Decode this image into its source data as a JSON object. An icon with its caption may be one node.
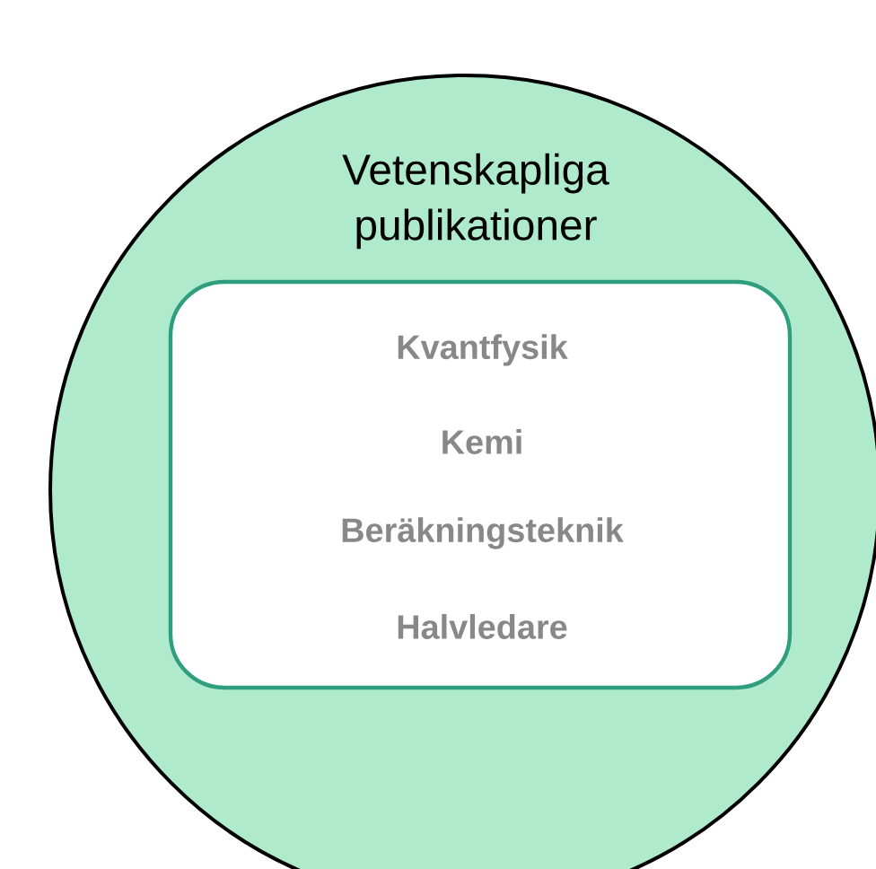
{
  "diagram": {
    "nodes": [
      {
        "text": [
          "Vetenskapliga publikationer"
        ]
      },
      {
        "text": [
          "Kvantfysik",
          "Kemi",
          "Beräkningsteknik",
          "Halvledare"
        ],
        "in": 0
      }
    ]
  }
}
